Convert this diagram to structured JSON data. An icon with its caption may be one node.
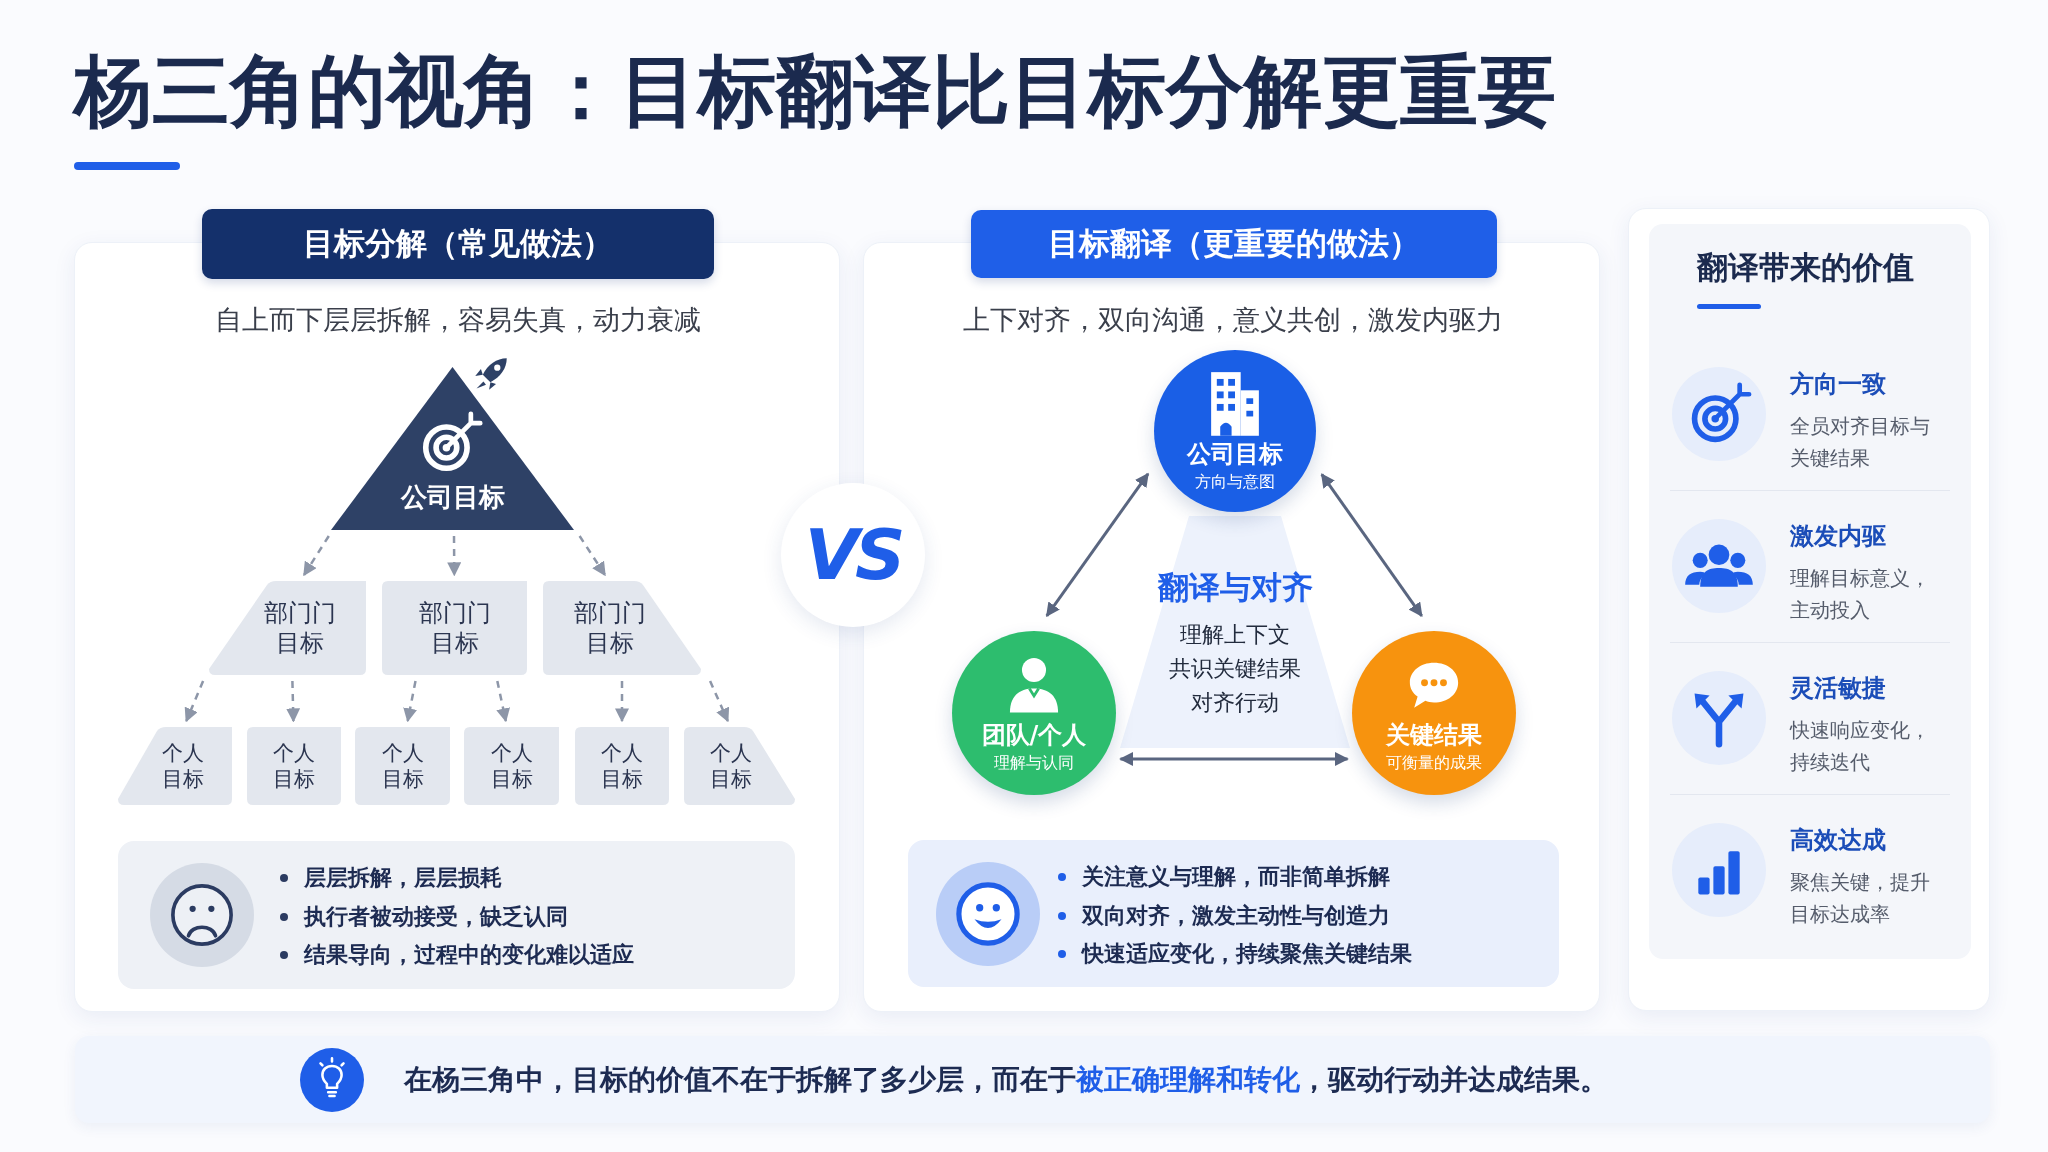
{
  "diagram": {
    "title": "杨三角的视角：目标翻译比目标分解更重要",
    "nodes": [
      {
        "text": [
          "目标分解（常见做法）",
          "自上而下层层拆解，容易失真，动力衰减"
        ]
      },
      {
        "text": [
          "公司目标"
        ],
        "in": 0
      },
      {
        "text": [
          "部门门目标"
        ],
        "in": 0
      },
      {
        "text": [
          "部门门目标"
        ],
        "in": 0
      },
      {
        "text": [
          "部门门目标"
        ],
        "in": 0
      },
      {
        "text": [
          "个人目标"
        ],
        "in": 0
      },
      {
        "text": [
          "个人目标"
        ],
        "in": 0
      },
      {
        "text": [
          "个人目标"
        ],
        "in": 0
      },
      {
        "text": [
          "个人目标"
        ],
        "in": 0
      },
      {
        "text": [
          "个人目标"
        ],
        "in": 0
      },
      {
        "text": [
          "个人目标"
        ],
        "in": 0
      },
      {
        "text": [
          "层层拆解，层层损耗",
          "执行者被动接受，缺乏认同",
          "结果导向，过程中的变化难以适应"
        ],
        "in": 0
      },
      {
        "text": [
          "VS"
        ]
      },
      {
        "text": [
          "目标翻译（更重要的做法）",
          "上下对齐，双向沟通，意义共创，激发内驱力"
        ]
      },
      {
        "text": [
          "公司目标",
          "方向与意图"
        ],
        "in": 13
      },
      {
        "text": [
          "翻译与对齐",
          "理解上下文",
          "共识关键结果",
          "对齐行动"
        ],
        "in": 13
      },
      {
        "text": [
          "团队/个人",
          "理解与认同"
        ],
        "in": 13
      },
      {
        "text": [
          "关键结果",
          "可衡量的成果"
        ],
        "in": 13
      },
      {
        "text": [
          "关注意义与理解，而非简单拆解",
          "双向对齐，激发主动性与创造力",
          "快速适应变化，持续聚焦关键结果"
        ],
        "in": 13
      },
      {
        "text": [
          "翻译带来的价值",
          "方向一致",
          "全员对齐目标与关键结果",
          "激发内驱",
          "理解目标意义，主动投入",
          "灵活敏捷",
          "快速响应变化，持续迭代",
          "高效达成",
          "聚焦关键，提升目标达成率"
        ]
      },
      {
        "text": [
          "在杨三角中，目标的价值不在于拆解了多少层，而在于**被正确理解和转化**，驱动行动并达成结果。"
        ]
      }
    ],
    "edges": [
      {
        "from": 1,
        "to": 2,
        "arrow": "to",
        "style": "dashed"
      },
      {
        "from": 1,
        "to": 3,
        "arrow": "to",
        "style": "dashed"
      },
      {
        "from": 1,
        "to": 4,
        "arrow": "to",
        "style": "dashed"
      },
      {
        "from": 2,
        "to": 5,
        "arrow": "to",
        "style": "dashed"
      },
      {
        "from": 2,
        "to": 6,
        "arrow": "to",
        "style": "dashed"
      },
      {
        "from": 3,
        "to": 7,
        "arrow": "to",
        "style": "dashed"
      },
      {
        "from": 3,
        "to": 8,
        "arrow": "to",
        "style": "dashed"
      },
      {
        "from": 4,
        "to": 9,
        "arrow": "to",
        "style": "dashed"
      },
      {
        "from": 4,
        "to": 10,
        "arrow": "to",
        "style": "dashed"
      },
      {
        "from": 14,
        "to": 16,
        "arrow": "both",
        "color": "#5a6680"
      },
      {
        "from": 14,
        "to": 17,
        "arrow": "both",
        "color": "#5a6680"
      },
      {
        "from": 16,
        "to": 17,
        "arrow": "both",
        "color": "#5a6680"
      }
    ]
  }
}
